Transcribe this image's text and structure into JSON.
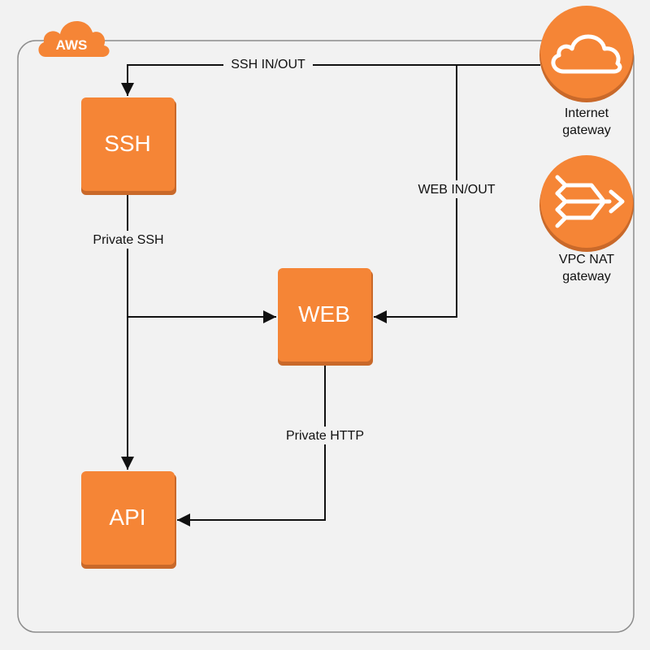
{
  "aws_badge": {
    "text": "AWS"
  },
  "nodes": {
    "ssh": {
      "label": "SSH"
    },
    "web": {
      "label": "WEB"
    },
    "api": {
      "label": "API"
    }
  },
  "edges": {
    "ssh_in_out": "SSH IN/OUT",
    "web_in_out": "WEB IN/OUT",
    "private_ssh": "Private SSH",
    "private_http": "Private HTTP"
  },
  "gateways": {
    "internet": {
      "line1": "Internet",
      "line2": "gateway",
      "icon": "cloud-icon"
    },
    "nat": {
      "line1": "VPC NAT",
      "line2": "gateway",
      "icon": "nat-arrows-icon"
    }
  },
  "colors": {
    "orange": "#f58536",
    "orange_shadow": "#c9692a",
    "line": "#111111",
    "border": "#8c8c8c",
    "background": "#f2f2f2"
  }
}
